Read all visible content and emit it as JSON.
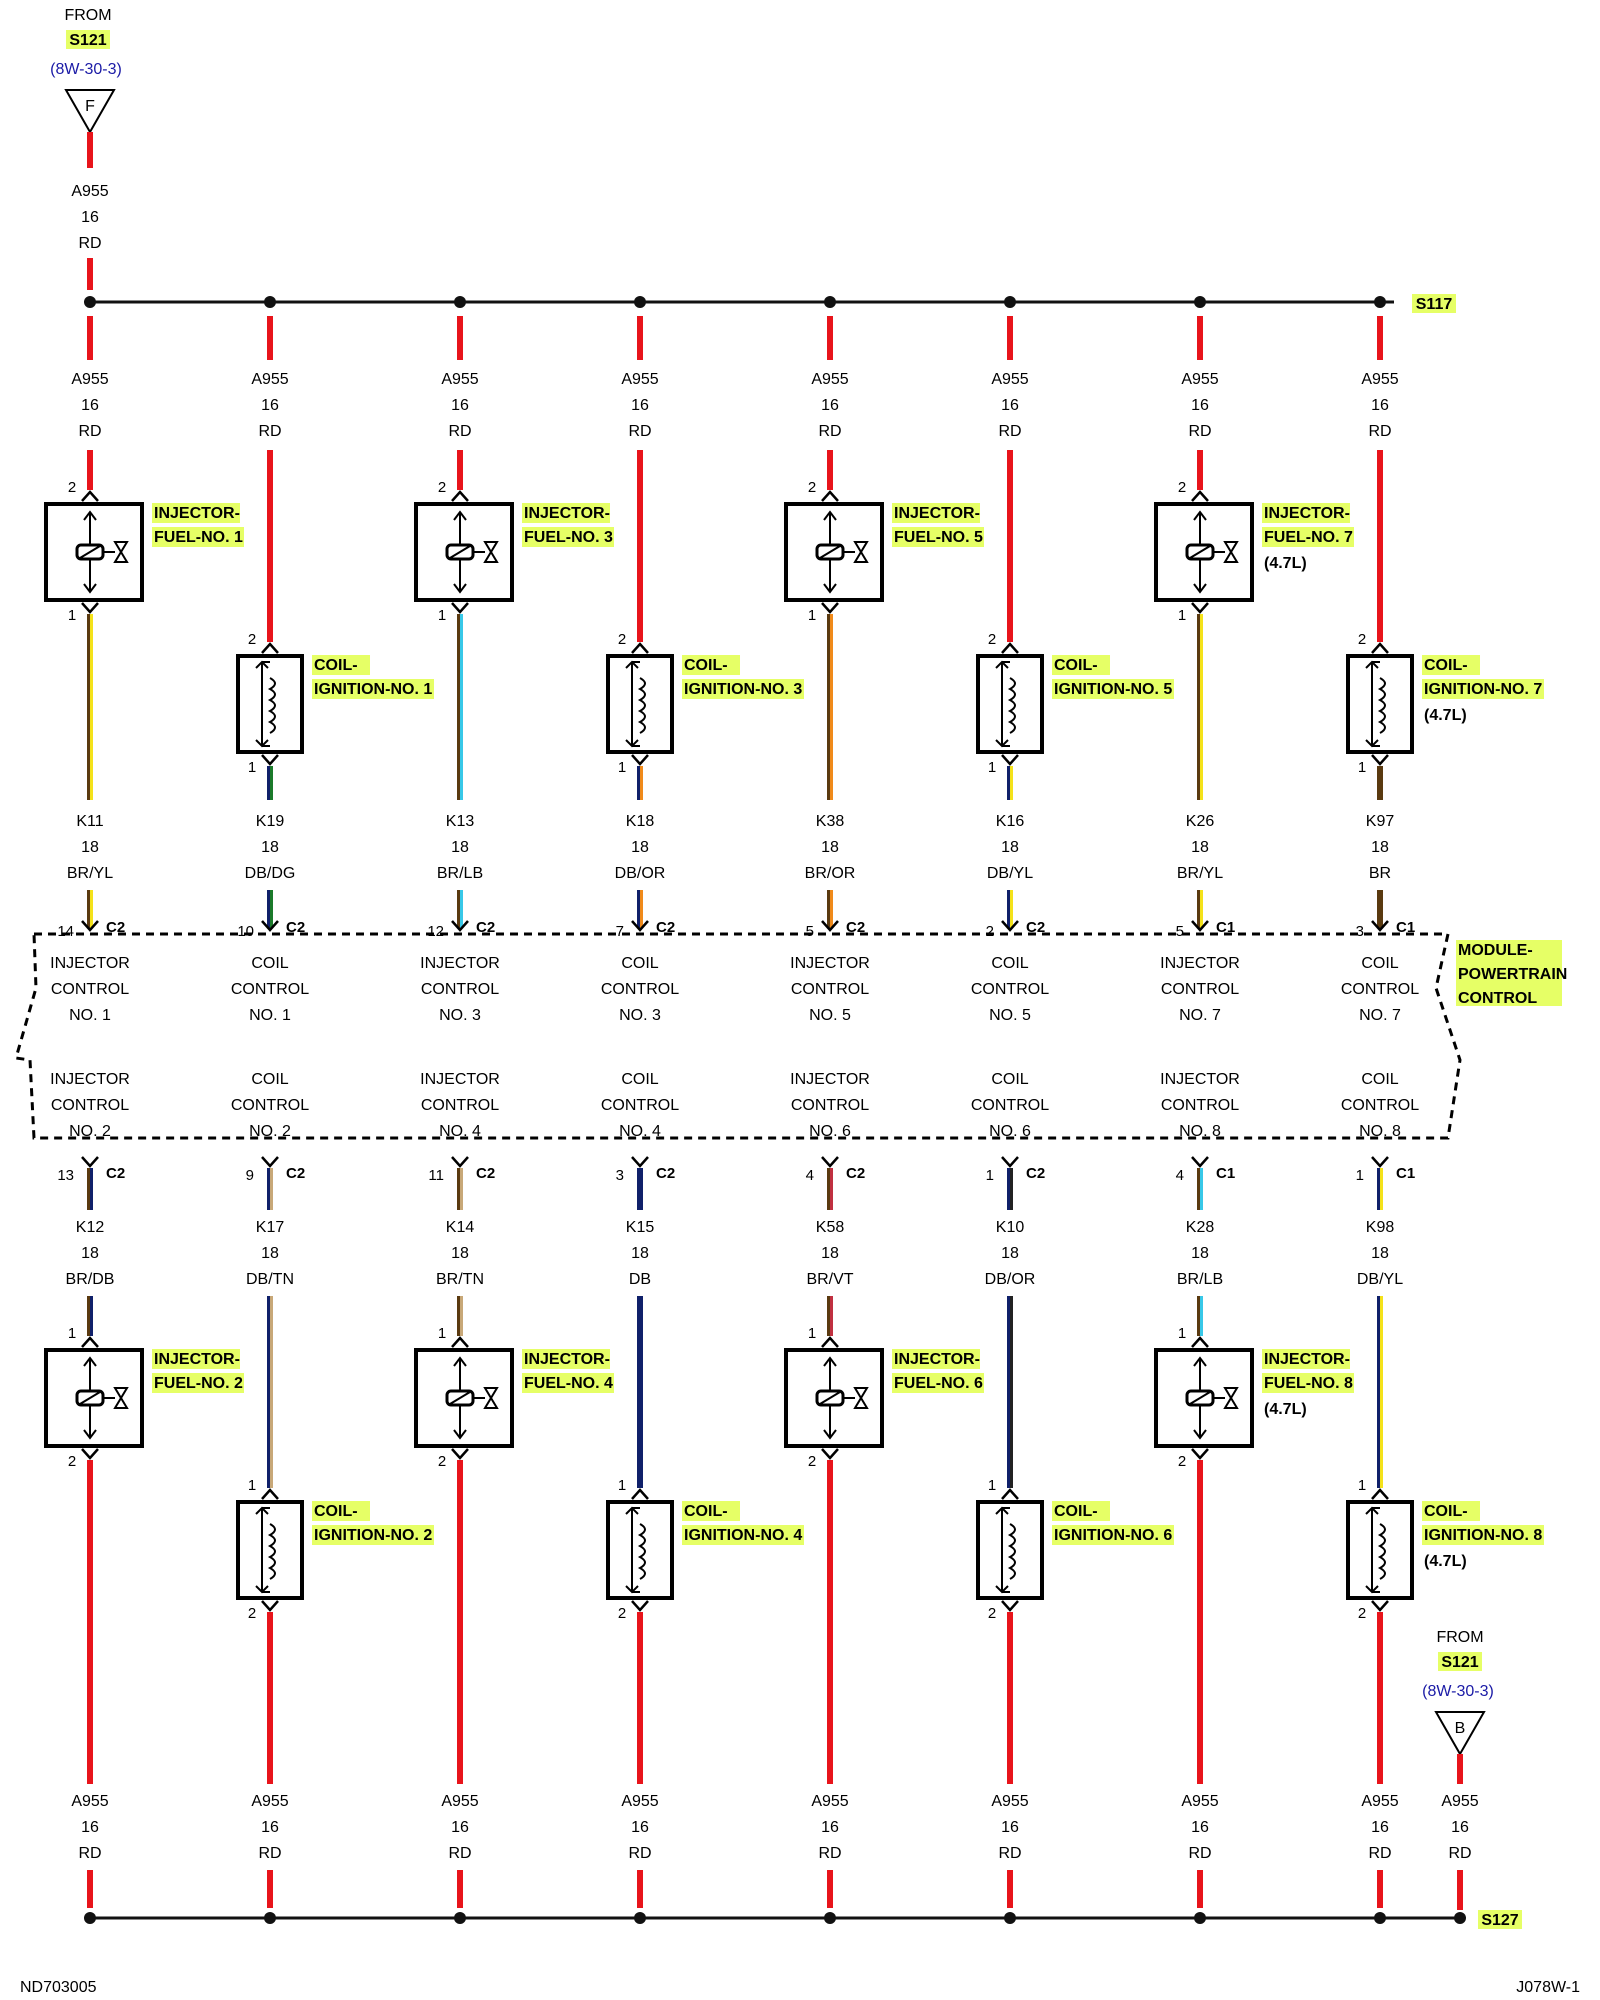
{
  "colors": {
    "red": "#e8141b",
    "black": "#111111",
    "highlight": "#e6ff66",
    "ref_blue": "#1a1aa6"
  },
  "source_top": {
    "from": "FROM",
    "splice": "S121",
    "ref": "(8W-30-3)",
    "letter": "F",
    "wire": "A955",
    "gauge": "16",
    "color": "RD"
  },
  "source_bottom": {
    "from": "FROM",
    "splice": "S121",
    "ref": "(8W-30-3)",
    "letter": "B",
    "wire": "A955",
    "gauge": "16",
    "color": "RD"
  },
  "splice_top": "S117",
  "splice_bottom": "S127",
  "module": {
    "line1": "MODULE-",
    "line2": "POWERTRAIN",
    "line3": "CONTROL"
  },
  "feed": {
    "wire": "A955",
    "gauge": "16",
    "color": "RD"
  },
  "top_columns": [
    {
      "type": "injector",
      "pin_a": "2",
      "pin_b": "1",
      "label1": "INJECTOR-",
      "label2": "FUEL-NO. 1",
      "note": "",
      "sig_wire": "K11",
      "sig_gauge": "18",
      "sig_color": "BR/YL",
      "sig_stripes": [
        "#5a3a10",
        "#f4e21a"
      ],
      "pcm_pin": "14",
      "pcm_conn": "C2",
      "ctl1": "INJECTOR",
      "ctl2": "CONTROL",
      "ctl3": "NO. 1"
    },
    {
      "type": "coil",
      "pin_a": "2",
      "pin_b": "1",
      "label1": "COIL-",
      "label2": "IGNITION-NO. 1",
      "note": "",
      "sig_wire": "K19",
      "sig_gauge": "18",
      "sig_color": "DB/DG",
      "sig_stripes": [
        "#10206a",
        "#1b7a2a"
      ],
      "pcm_pin": "10",
      "pcm_conn": "C2",
      "ctl1": "COIL",
      "ctl2": "CONTROL",
      "ctl3": "NO. 1"
    },
    {
      "type": "injector",
      "pin_a": "2",
      "pin_b": "1",
      "label1": "INJECTOR-",
      "label2": "FUEL-NO. 3",
      "note": "",
      "sig_wire": "K13",
      "sig_gauge": "18",
      "sig_color": "BR/LB",
      "sig_stripes": [
        "#5a3a10",
        "#38c8e8"
      ],
      "pcm_pin": "12",
      "pcm_conn": "C2",
      "ctl1": "INJECTOR",
      "ctl2": "CONTROL",
      "ctl3": "NO. 3"
    },
    {
      "type": "coil",
      "pin_a": "2",
      "pin_b": "1",
      "label1": "COIL-",
      "label2": "IGNITION-NO. 3",
      "note": "",
      "sig_wire": "K18",
      "sig_gauge": "18",
      "sig_color": "DB/OR",
      "sig_stripes": [
        "#10206a",
        "#f08a1a"
      ],
      "pcm_pin": "7",
      "pcm_conn": "C2",
      "ctl1": "COIL",
      "ctl2": "CONTROL",
      "ctl3": "NO. 3"
    },
    {
      "type": "injector",
      "pin_a": "2",
      "pin_b": "1",
      "label1": "INJECTOR-",
      "label2": "FUEL-NO. 5",
      "note": "",
      "sig_wire": "K38",
      "sig_gauge": "18",
      "sig_color": "BR/OR",
      "sig_stripes": [
        "#5a3a10",
        "#f08a1a"
      ],
      "pcm_pin": "5",
      "pcm_conn": "C2",
      "ctl1": "INJECTOR",
      "ctl2": "CONTROL",
      "ctl3": "NO. 5"
    },
    {
      "type": "coil",
      "pin_a": "2",
      "pin_b": "1",
      "label1": "COIL-",
      "label2": "IGNITION-NO. 5",
      "note": "",
      "sig_wire": "K16",
      "sig_gauge": "18",
      "sig_color": "DB/YL",
      "sig_stripes": [
        "#10206a",
        "#f4e21a"
      ],
      "pcm_pin": "2",
      "pcm_conn": "C2",
      "ctl1": "COIL",
      "ctl2": "CONTROL",
      "ctl3": "NO. 5"
    },
    {
      "type": "injector",
      "pin_a": "2",
      "pin_b": "1",
      "label1": "INJECTOR-",
      "label2": "FUEL-NO. 7",
      "note": "(4.7L)",
      "sig_wire": "K26",
      "sig_gauge": "18",
      "sig_color": "BR/YL",
      "sig_stripes": [
        "#5a3a10",
        "#f4e21a"
      ],
      "pcm_pin": "5",
      "pcm_conn": "C1",
      "ctl1": "INJECTOR",
      "ctl2": "CONTROL",
      "ctl3": "NO. 7"
    },
    {
      "type": "coil",
      "pin_a": "2",
      "pin_b": "1",
      "label1": "COIL-",
      "label2": "IGNITION-NO. 7",
      "note": "(4.7L)",
      "sig_wire": "K97",
      "sig_gauge": "18",
      "sig_color": "BR",
      "sig_stripes": [
        "#5a3a10",
        "#5a3a10"
      ],
      "pcm_pin": "3",
      "pcm_conn": "C1",
      "ctl1": "COIL",
      "ctl2": "CONTROL",
      "ctl3": "NO. 7"
    }
  ],
  "bottom_columns": [
    {
      "type": "injector",
      "pin_a": "1",
      "pin_b": "2",
      "label1": "INJECTOR-",
      "label2": "FUEL-NO. 2",
      "note": "",
      "sig_wire": "K12",
      "sig_gauge": "18",
      "sig_color": "BR/DB",
      "sig_stripes": [
        "#5a3a10",
        "#10206a"
      ],
      "pcm_pin": "13",
      "pcm_conn": "C2",
      "ctl1": "INJECTOR",
      "ctl2": "CONTROL",
      "ctl3": "NO. 2"
    },
    {
      "type": "coil",
      "pin_a": "1",
      "pin_b": "2",
      "label1": "COIL-",
      "label2": "IGNITION-NO. 2",
      "note": "",
      "sig_wire": "K17",
      "sig_gauge": "18",
      "sig_color": "DB/TN",
      "sig_stripes": [
        "#10206a",
        "#c8a878"
      ],
      "pcm_pin": "9",
      "pcm_conn": "C2",
      "ctl1": "COIL",
      "ctl2": "CONTROL",
      "ctl3": "NO. 2"
    },
    {
      "type": "injector",
      "pin_a": "1",
      "pin_b": "2",
      "label1": "INJECTOR-",
      "label2": "FUEL-NO. 4",
      "note": "",
      "sig_wire": "K14",
      "sig_gauge": "18",
      "sig_color": "BR/TN",
      "sig_stripes": [
        "#5a3a10",
        "#c8a878"
      ],
      "pcm_pin": "11",
      "pcm_conn": "C2",
      "ctl1": "INJECTOR",
      "ctl2": "CONTROL",
      "ctl3": "NO. 4"
    },
    {
      "type": "coil",
      "pin_a": "1",
      "pin_b": "2",
      "label1": "COIL-",
      "label2": "IGNITION-NO. 4",
      "note": "",
      "sig_wire": "K15",
      "sig_gauge": "18",
      "sig_color": "DB",
      "sig_stripes": [
        "#10206a",
        "#10206a"
      ],
      "pcm_pin": "3",
      "pcm_conn": "C2",
      "ctl1": "COIL",
      "ctl2": "CONTROL",
      "ctl3": "NO. 4"
    },
    {
      "type": "injector",
      "pin_a": "1",
      "pin_b": "2",
      "label1": "INJECTOR-",
      "label2": "FUEL-NO. 6",
      "note": "",
      "sig_wire": "K58",
      "sig_gauge": "18",
      "sig_color": "BR/VT",
      "sig_stripes": [
        "#5a3a10",
        "#c03040"
      ],
      "pcm_pin": "4",
      "pcm_conn": "C2",
      "ctl1": "INJECTOR",
      "ctl2": "CONTROL",
      "ctl3": "NO. 6"
    },
    {
      "type": "coil",
      "pin_a": "1",
      "pin_b": "2",
      "label1": "COIL-",
      "label2": "IGNITION-NO. 6",
      "note": "",
      "sig_wire": "K10",
      "sig_gauge": "18",
      "sig_color": "DB/OR",
      "sig_stripes": [
        "#10206a",
        "#222222"
      ],
      "pcm_pin": "1",
      "pcm_conn": "C2",
      "ctl1": "COIL",
      "ctl2": "CONTROL",
      "ctl3": "NO. 6"
    },
    {
      "type": "injector",
      "pin_a": "1",
      "pin_b": "2",
      "label1": "INJECTOR-",
      "label2": "FUEL-NO. 8",
      "note": "(4.7L)",
      "sig_wire": "K28",
      "sig_gauge": "18",
      "sig_color": "BR/LB",
      "sig_stripes": [
        "#5a3a10",
        "#38c8e8"
      ],
      "pcm_pin": "4",
      "pcm_conn": "C1",
      "ctl1": "INJECTOR",
      "ctl2": "CONTROL",
      "ctl3": "NO. 8"
    },
    {
      "type": "coil",
      "pin_a": "1",
      "pin_b": "2",
      "label1": "COIL-",
      "label2": "IGNITION-NO. 8",
      "note": "(4.7L)",
      "sig_wire": "K98",
      "sig_gauge": "18",
      "sig_color": "DB/YL",
      "sig_stripes": [
        "#10206a",
        "#f4e21a"
      ],
      "pcm_pin": "1",
      "pcm_conn": "C1",
      "ctl1": "COIL",
      "ctl2": "CONTROL",
      "ctl3": "NO. 8"
    }
  ],
  "footer": {
    "left": "ND703005",
    "right": "J078W-1"
  }
}
